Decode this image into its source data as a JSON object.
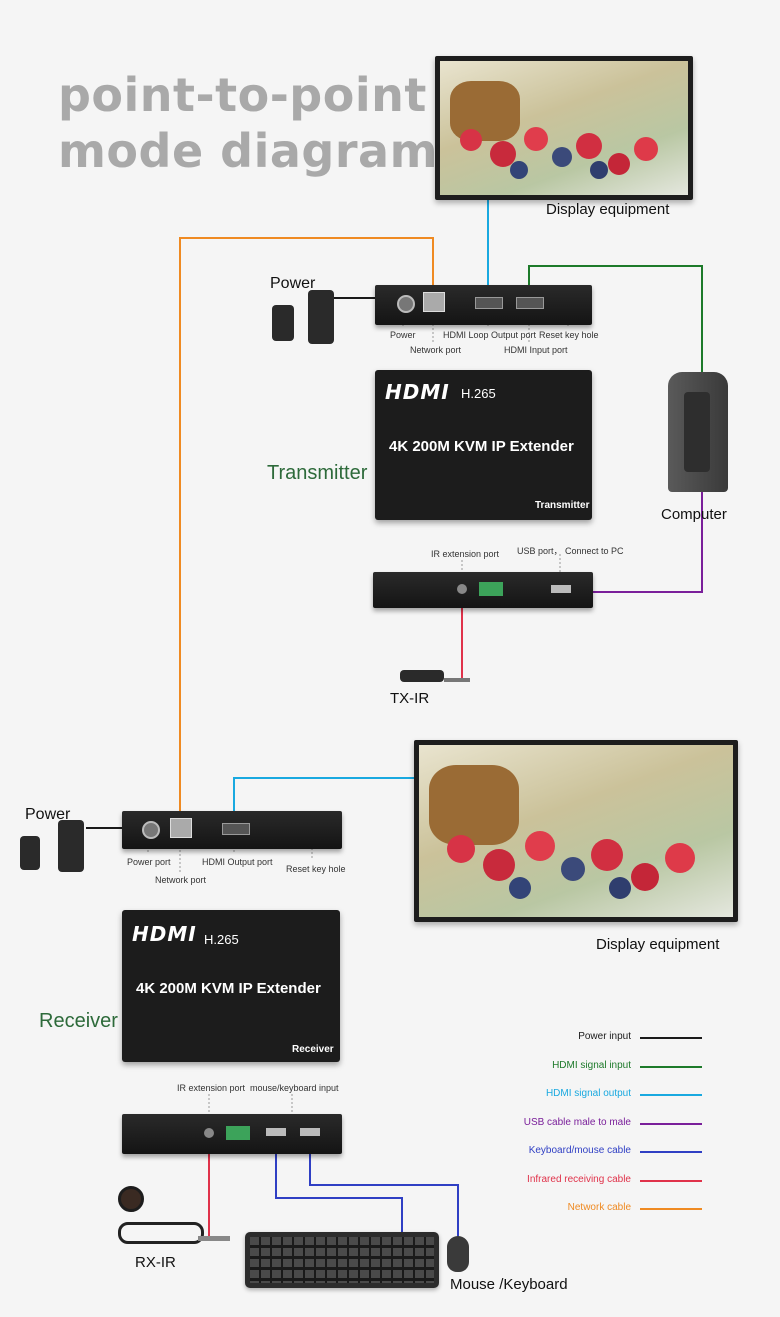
{
  "title_line1": "point-to-point",
  "title_line2": "mode diagram",
  "display_top": "Display equipment",
  "display_bottom": "Display equipment",
  "power_top": "Power",
  "power_bottom": "Power",
  "computer": "Computer",
  "tx_ir": "TX-IR",
  "rx_ir": "RX-IR",
  "mouse_keyboard": "Mouse /Keyboard",
  "transmitter_label": "Transmitter",
  "receiver_label": "Receiver",
  "device": {
    "hdmi": "HDMI",
    "codec": "H.265",
    "name": "4K 200M KVM IP Extender",
    "tx_role": "Transmitter",
    "rx_role": "Receiver"
  },
  "tx_ports": {
    "power": "Power",
    "network": "Network port",
    "hdmi_loop": "HDMI Loop Output port",
    "reset": "Reset key hole",
    "hdmi_in": "HDMI Input port",
    "ir_ext": "IR extension port",
    "usb": "USB port， Connect to PC"
  },
  "rx_ports": {
    "power": "Power port",
    "network": "Network port",
    "hdmi_out": "HDMI Output port",
    "reset": "Reset key hole",
    "ir_ext": "IR extension port",
    "mouse_kb": "mouse/keyboard input"
  },
  "legend": [
    {
      "label": "Power input",
      "color": "#1a1a1a"
    },
    {
      "label": "HDMI signal input",
      "color": "#1d7a2a"
    },
    {
      "label": "HDMI signal output",
      "color": "#19a9e0"
    },
    {
      "label": "USB cable male to male",
      "color": "#7a1f9a"
    },
    {
      "label": "Keyboard/mouse cable",
      "color": "#2f3fc4"
    },
    {
      "label": "Infrared receiving cable",
      "color": "#e0324a"
    },
    {
      "label": "Network cable",
      "color": "#ef8a22"
    }
  ],
  "colors": {
    "power": "#1a1a1a",
    "hdmi_in": "#1d7a2a",
    "hdmi_out": "#19a9e0",
    "usb": "#7a1f9a",
    "kbm": "#2f3fc4",
    "ir": "#e0324a",
    "network": "#ef8a22"
  }
}
